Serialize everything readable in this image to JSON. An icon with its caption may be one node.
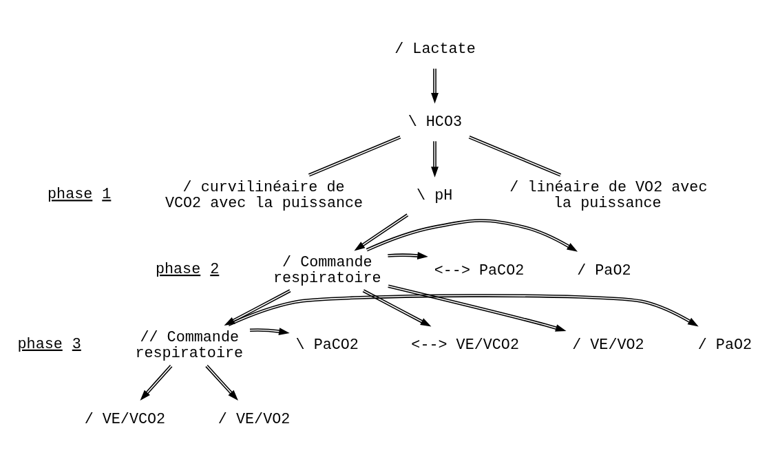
{
  "diagram": {
    "nodes": [
      {
        "text": [
          "/ Lactate"
        ]
      },
      {
        "text": [
          "\\ HCO3"
        ]
      },
      {
        "text": [
          "/ curvilinéaire de VCO2 avec la puissance"
        ]
      },
      {
        "text": [
          "/ linéaire de VO2 avec la puissance"
        ]
      },
      {
        "text": [
          "\\ pH"
        ]
      },
      {
        "text": [
          "/ Commande respiratoire"
        ]
      },
      {
        "text": [
          "<--> PaCO2"
        ]
      },
      {
        "text": [
          "<--> VE/VCO2"
        ]
      },
      {
        "text": [
          "/ PaO2"
        ]
      },
      {
        "text": [
          "/ VE/VO2"
        ]
      },
      {
        "text": [
          "// Commande respiratoire"
        ]
      },
      {
        "text": [
          "\\ PaCO2"
        ]
      },
      {
        "text": [
          "/ VE/VCO2"
        ]
      },
      {
        "text": [
          "/ PaO2"
        ]
      },
      {
        "text": [
          "/ VE/VO2"
        ]
      }
    ],
    "edges": [
      {
        "from": 0,
        "to": 1,
        "arrow": "to"
      },
      {
        "from": 1,
        "to": 2,
        "arrow": "none"
      },
      {
        "from": 1,
        "to": 3,
        "arrow": "none"
      },
      {
        "from": 1,
        "to": 4,
        "arrow": "to"
      },
      {
        "from": 4,
        "to": 5,
        "arrow": "to"
      },
      {
        "from": 5,
        "to": 6,
        "arrow": "to"
      },
      {
        "from": 5,
        "to": 7,
        "arrow": "to"
      },
      {
        "from": 5,
        "to": 8,
        "arrow": "to"
      },
      {
        "from": 5,
        "to": 9,
        "arrow": "to"
      },
      {
        "from": 5,
        "to": 10,
        "arrow": "to"
      },
      {
        "from": 10,
        "to": 11,
        "arrow": "to"
      },
      {
        "from": 10,
        "to": 12,
        "arrow": "to"
      },
      {
        "from": 10,
        "to": 13,
        "arrow": "to"
      },
      {
        "from": 10,
        "to": 14,
        "arrow": "to"
      }
    ],
    "labels": [
      "phase 1",
      "phase 2",
      "phase 3"
    ]
  }
}
